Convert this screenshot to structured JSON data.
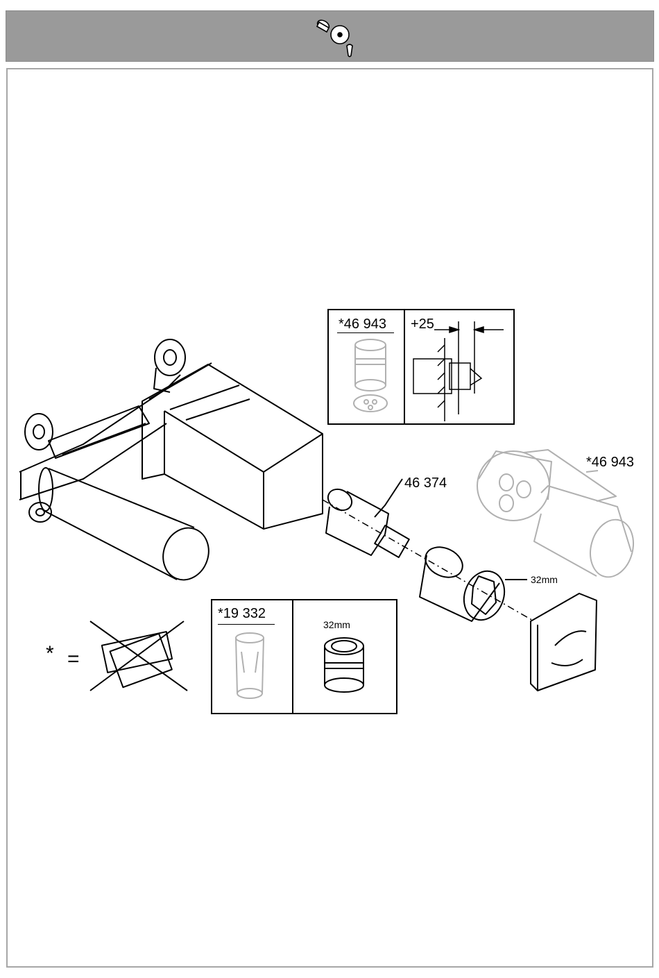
{
  "header": {
    "icon": "wrench-and-parts-icon"
  },
  "callouts": {
    "cartridge_body_code": "*46 943",
    "depth_adjust": "+25",
    "cartridge_code": "46 374",
    "exploded_cartridge_code": "*46 943",
    "nut_size": "32mm",
    "tool_code": "*19 332",
    "tool_nut_size": "32mm"
  },
  "legend": {
    "asterisk": "*",
    "equals": "="
  },
  "colors": {
    "header_bg": "#9a9a9a",
    "frame_border": "#a6a6a6",
    "line": "#000000",
    "ghost_line": "#b0b0b0"
  }
}
